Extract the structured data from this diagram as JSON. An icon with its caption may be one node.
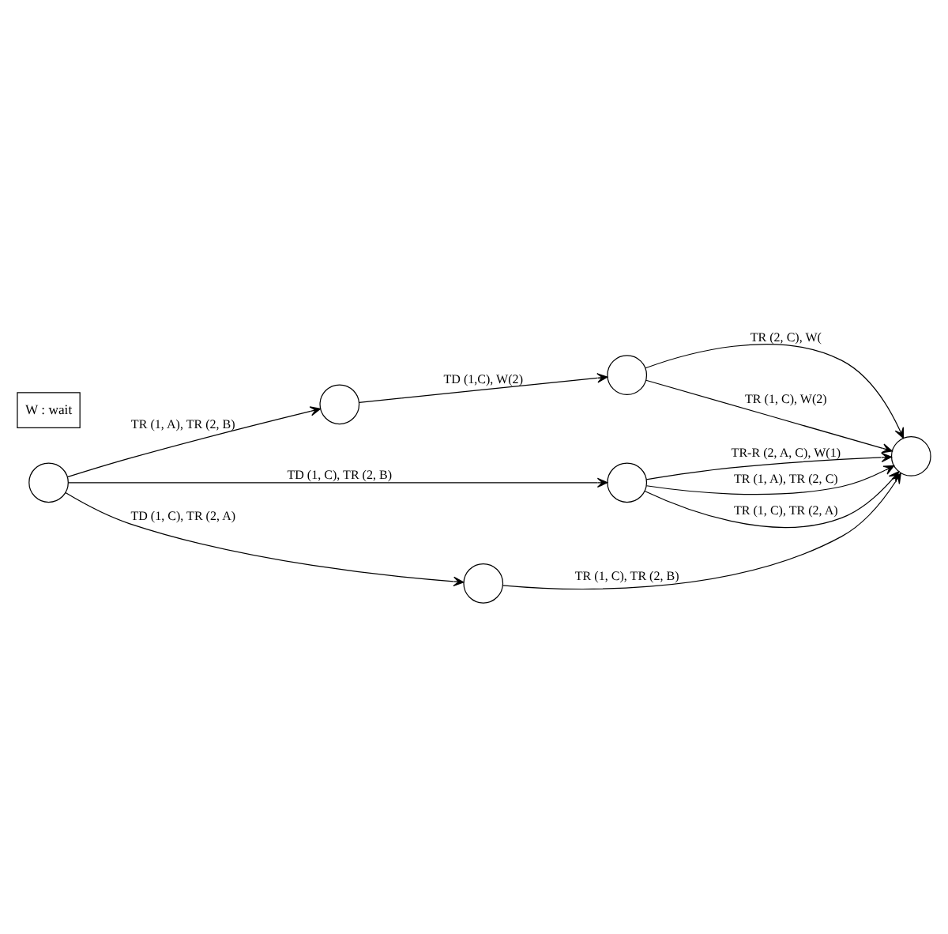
{
  "diagram": {
    "nodes": [
      {
        "text": [],
        "shape": "circle"
      },
      {
        "text": [],
        "shape": "circle"
      },
      {
        "text": [],
        "shape": "circle"
      },
      {
        "text": [],
        "shape": "circle"
      },
      {
        "text": [],
        "shape": "circle"
      },
      {
        "text": [],
        "shape": "circle"
      }
    ],
    "edges": [
      {
        "from": 0,
        "to": 1,
        "arrow": "to",
        "label": "TR (1, A), TR (2, B)"
      },
      {
        "from": 1,
        "to": 2,
        "arrow": "to",
        "label": "TD (1,C), W(2)"
      },
      {
        "from": 2,
        "to": 4,
        "arrow": "to",
        "label": "TR (2, C), W("
      },
      {
        "from": 2,
        "to": 4,
        "arrow": "to",
        "label": "TR (1, C), W(2)"
      },
      {
        "from": 0,
        "to": 3,
        "arrow": "to",
        "label": "TD (1, C), TR (2, B)"
      },
      {
        "from": 3,
        "to": 4,
        "arrow": "to",
        "label": "TR-R (2, A, C), W(1)"
      },
      {
        "from": 3,
        "to": 4,
        "arrow": "to",
        "label": "TR (1, A), TR (2, C)"
      },
      {
        "from": 3,
        "to": 4,
        "arrow": "to",
        "label": "TR (1, C), TR (2, A)"
      },
      {
        "from": 0,
        "to": 5,
        "arrow": "to",
        "label": "TD (1, C), TR (2, A)"
      },
      {
        "from": 5,
        "to": 4,
        "arrow": "to",
        "label": "TR (1, C), TR (2, B)"
      }
    ],
    "labels": [
      "W : wait"
    ]
  }
}
